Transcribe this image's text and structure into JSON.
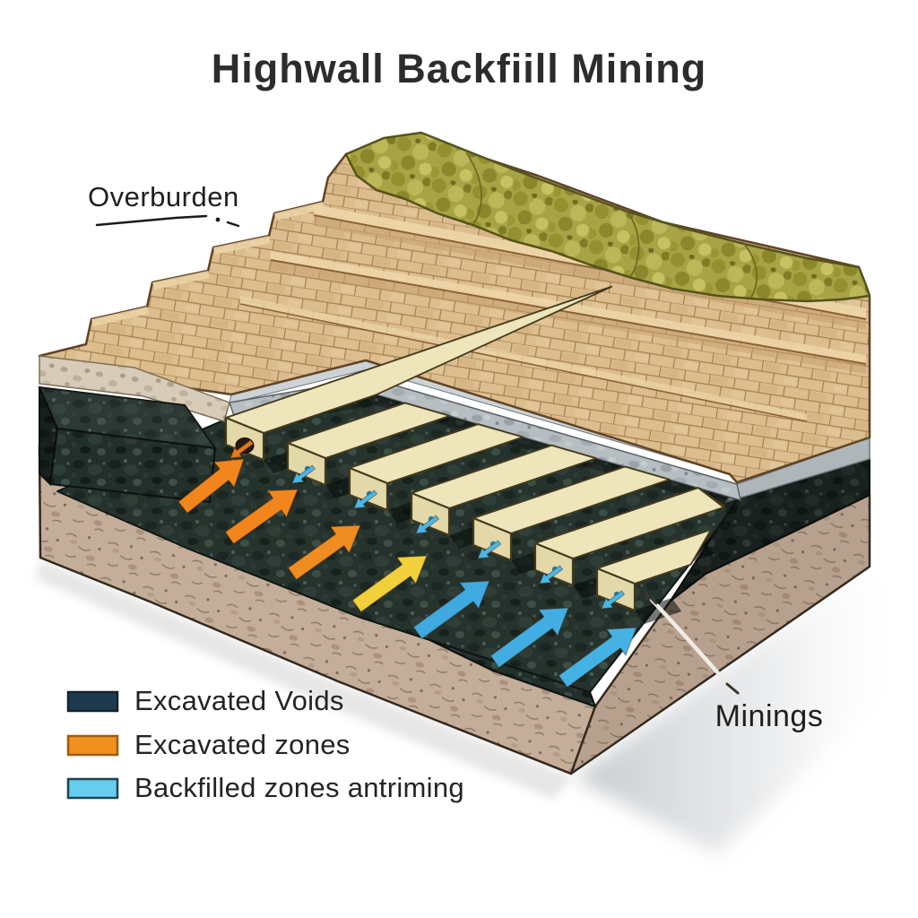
{
  "title": "Highwall Backfiill Mining",
  "labels": {
    "overburden": "Overburden",
    "minings": "Minings"
  },
  "legend": {
    "items": [
      {
        "label": "Excavated Voids",
        "color": "#1e3a4f",
        "border": "#14222c"
      },
      {
        "label": "Excavated zones",
        "color": "#f0901f",
        "border": "#9c5d10"
      },
      {
        "label": "Backfilled zones antriming",
        "color": "#67cdee",
        "border": "#1d4353"
      }
    ]
  },
  "scene": {
    "beam_count": 7,
    "bench_arrows": [
      {
        "color": "#f2861d"
      },
      {
        "color": "#f2861d"
      },
      {
        "color": "#ef8c22"
      },
      {
        "color": "#f2d03c"
      },
      {
        "color": "#3fa9e0"
      },
      {
        "color": "#41ade2"
      },
      {
        "color": "#45b2e4"
      }
    ],
    "mouth_arrows": [
      "#e2791b",
      "#49b7e8",
      "#49b7e8",
      "#49b7e8",
      "#49b7e8",
      "#49b7e8",
      "#49b7e8"
    ],
    "colors": {
      "overburden_tan": "#dcbd8e",
      "vegetation_green": "#a8a344",
      "roof_slab_gray": "#b9c0c4",
      "coal_seam_dark": "#232f2a",
      "base_rock": "#c4ae9a",
      "beam_top": "#eee5bb",
      "beam_side": "#cbbf93",
      "beam_end": "#e3d8a8",
      "ink": "#2c2c2c"
    }
  }
}
